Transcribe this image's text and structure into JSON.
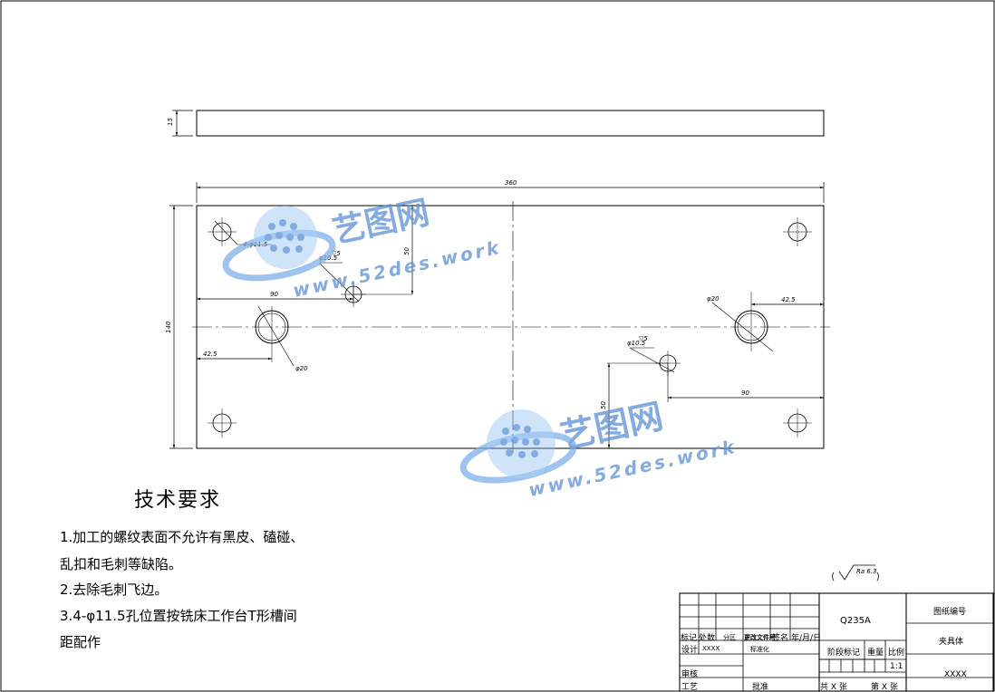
{
  "drawing": {
    "dims": {
      "thickness": "15",
      "length": "360",
      "width": "140",
      "corner_holes": "4-φ11.5",
      "hole_small_1": "φ10.5",
      "hole_small_1_depth": "▽5",
      "hole_small_2": "φ10.5",
      "hole_small_2_depth": "▽5",
      "dim_50_left": "50",
      "dim_90_left": "90",
      "dim_42_5_left": "42.5",
      "hole_large_left": "φ20",
      "hole_large_right": "φ20",
      "dim_42_5_right": "42.5",
      "dim_50_right": "50",
      "dim_90_right": "90"
    },
    "roughness": "Ra 6.3",
    "watermark": {
      "brand": "艺图网",
      "url": "www.52des.work"
    }
  },
  "tech_requirements": {
    "title": "技术要求",
    "lines": [
      "1.加工的螺纹表面不允许有黑皮、磕碰、",
      "乱扣和毛刺等缺陷。",
      "2.去除毛刺飞边。",
      "3.4-φ11.5孔位置按铣床工作台T形槽间",
      "距配作"
    ]
  },
  "title_block": {
    "material": "Q235A",
    "drawing_no_label": "图纸编号",
    "part_name": "夹具体",
    "code": "XXXX",
    "mark": "标记",
    "count": "处数",
    "zone": "分区",
    "change_doc": "更改文件号",
    "sign": "签名",
    "date": "年/月/日",
    "design": "设计",
    "designer": "XXXX",
    "standardize": "标准化",
    "stage_mark": "阶段标记",
    "weight": "重量",
    "scale_label": "比例",
    "scale": "1:1",
    "review": "审核",
    "process": "工艺",
    "approve": "批准",
    "total_sheets": "共 X 张",
    "sheet_no": "第 X 张"
  }
}
